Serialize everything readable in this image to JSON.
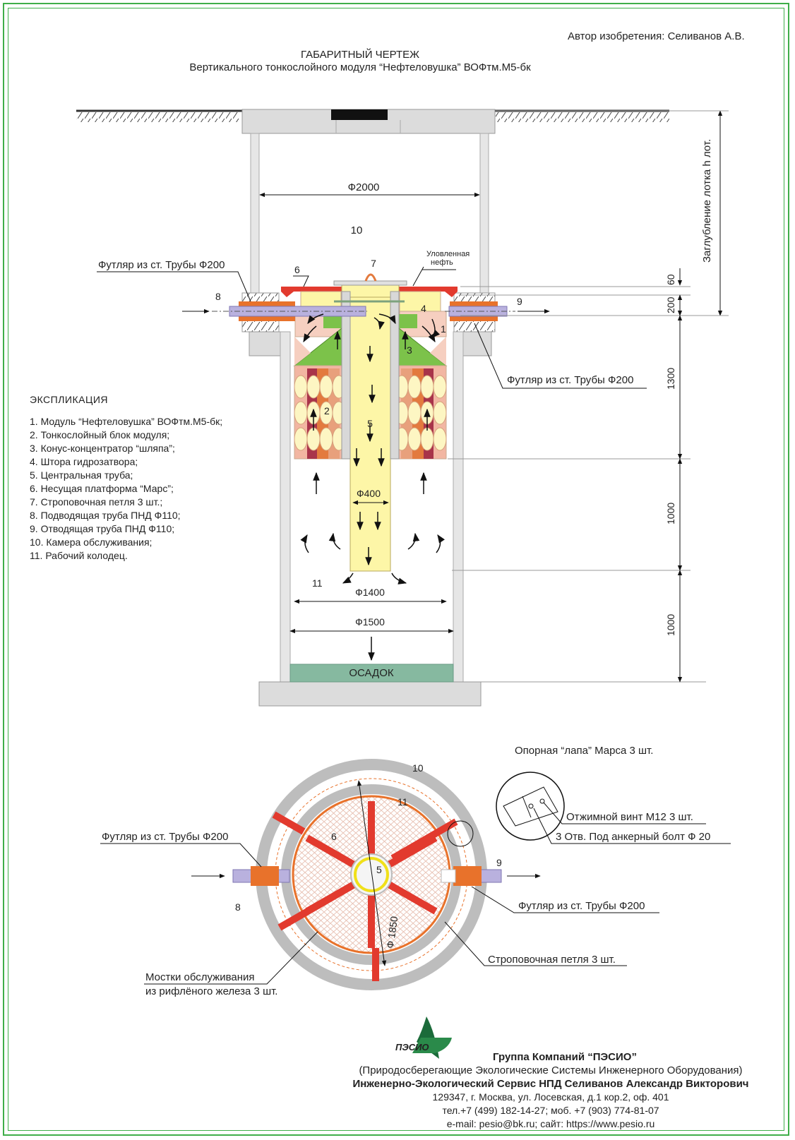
{
  "header": {
    "author": "Автор изобретения: Селиванов А.В.",
    "title": "ГАБАРИТНЫЙ ЧЕРТЕЖ",
    "subtitle": "Вертикального тонкослойного модуля “Нефтеловушка” ВОФтм.М5-бк"
  },
  "section": {
    "dia_2000": "Ф2000",
    "dia_400": "Ф400",
    "dia_1400": "Ф1400",
    "dia_1500": "Ф1500",
    "sediment": "ОСАДОК",
    "oil_label_1": "Уловленная",
    "oil_label_2": "нефть",
    "case_pipe_left": "Футляр из ст. Трубы Ф200",
    "case_pipe_right": "Футляр из ст. Трубы Ф200",
    "depth_label": "Заглубление лотка h лот.",
    "dim_60": "60",
    "dim_200": "200",
    "dim_1300": "1300",
    "dim_1000a": "1000",
    "dim_1000b": "1000",
    "n1": "1",
    "n2": "2",
    "n3": "3",
    "n4": "4",
    "n5": "5",
    "n6": "6",
    "n7": "7",
    "n8": "8",
    "n9": "9",
    "n10": "10",
    "n11": "11"
  },
  "explication": {
    "title": "ЭКСПЛИКАЦИЯ",
    "items": [
      "1. Модуль “Нефтеловушка” ВОФтм.М5-бк;",
      "2. Тонкослойный блок модуля;",
      "3. Конус-концентратор “шляпа”;",
      "4. Штора гидрозатвора;",
      "5. Центральная труба;",
      "6. Несущая платформа “Марс”;",
      "7. Строповочная петля 3 шт.;",
      "8. Подводящая труба ПНД Ф110;",
      "9. Отводящая труба ПНД Ф110;",
      "10. Камера обслуживания;",
      "11. Рабочий колодец."
    ]
  },
  "plan": {
    "support_paw": "Опорная “лапа” Марса 3 шт.",
    "screw": "Отжимной винт М12 3 шт.",
    "holes": "3 Отв. Под анкерный болт Ф 20",
    "case_pipe_left": "Футляр из ст. Трубы Ф200",
    "case_pipe_right": "Футляр из ст. Трубы Ф200",
    "sling_loop": "Строповочная петля 3 шт.",
    "bridges_1": "Мостки обслуживания",
    "bridges_2": "из рифлёного железа 3 шт.",
    "dia_1850": "Ф 1850",
    "n5": "5",
    "n6": "6",
    "n8": "8",
    "n9": "9",
    "n10": "10",
    "n11": "11"
  },
  "company": {
    "logo_text": "ПЭСИО",
    "title": "Группа Компаний “ПЭСИО”",
    "subtitle": "(Природосберегающие Экологические Системы Инженерного Оборудования)",
    "org": "Инженерно-Экологический Сервис НПД Селиванов Александр Викторович",
    "address": "129347, г. Москва, ул. Лосевская, д.1 кор.2, оф. 401",
    "phones": "тел.+7 (499) 182-14-27; моб. +7 (903) 774-81-07",
    "contacts": "e-mail: pesio@bk.ru; сайт: https://www.pesio.ru"
  },
  "colors": {
    "frame": "#3fae49",
    "concrete": "#dcdcdc",
    "pipe_inner": "#fdf6a7",
    "blocks": "#f2b6a2",
    "cone": "#7cc24a",
    "platform": "#e23a2e",
    "pipe_lilac": "#b9b1de",
    "case_orange": "#e8722b",
    "sediment": "#86b9a0"
  }
}
